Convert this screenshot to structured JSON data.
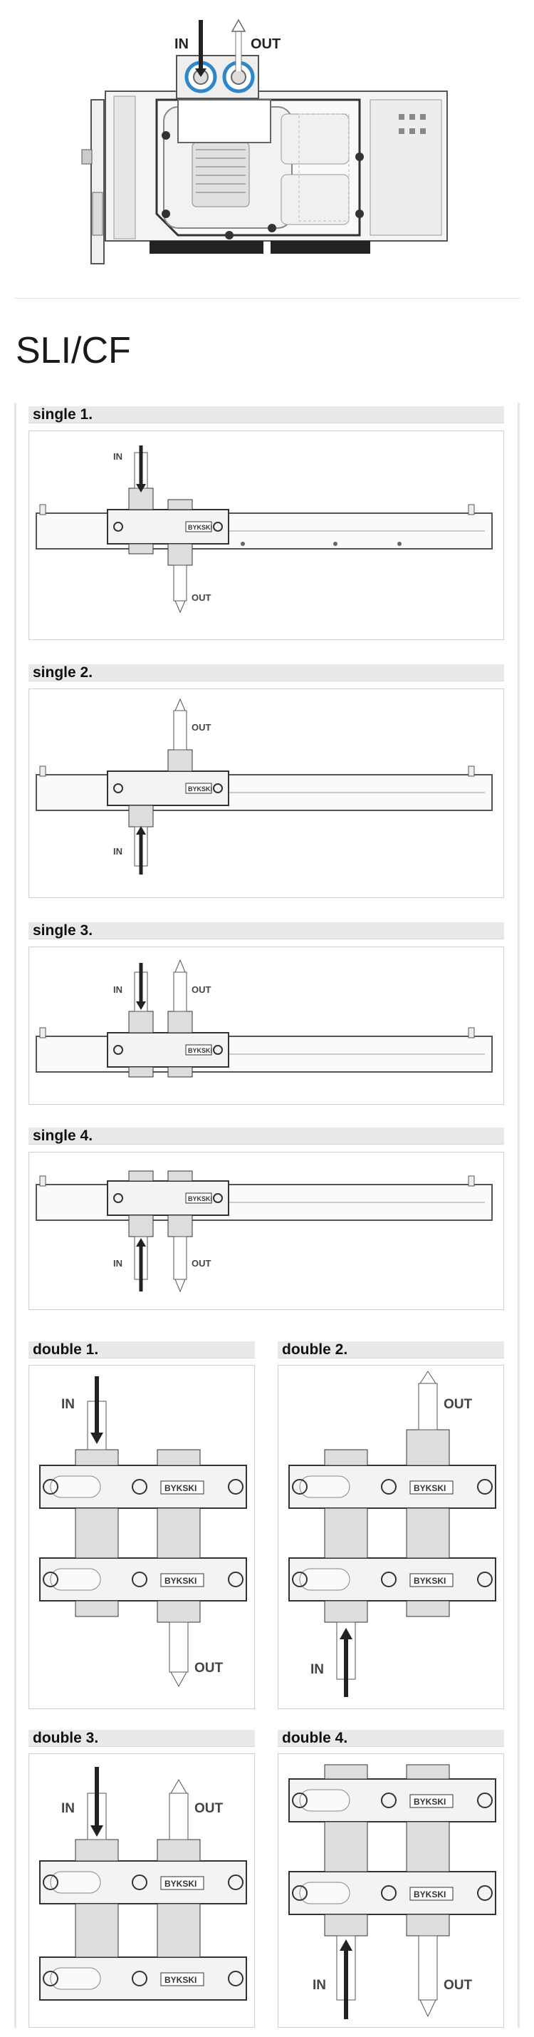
{
  "hero": {
    "in_label": "IN",
    "out_label": "OUT"
  },
  "section": {
    "title": "SLI/CF"
  },
  "brand_text": "BYKSKI",
  "panels": [
    {
      "title": "single 1.",
      "labels": {
        "in": "IN",
        "out": "OUT"
      }
    },
    {
      "title": "single 2.",
      "labels": {
        "in": "IN",
        "out": "OUT"
      }
    },
    {
      "title": "single 3.",
      "labels": {
        "in": "IN",
        "out": "OUT"
      }
    },
    {
      "title": "single 4.",
      "labels": {
        "in": "IN",
        "out": "OUT"
      }
    },
    {
      "title": "double 1.",
      "labels": {
        "in": "IN",
        "out": "OUT"
      }
    },
    {
      "title": "double 2.",
      "labels": {
        "in": "IN",
        "out": "OUT"
      }
    },
    {
      "title": "double 3.",
      "labels": {
        "in": "IN",
        "out": "OUT"
      }
    },
    {
      "title": "double 4.",
      "labels": {
        "in": "IN",
        "out": "OUT"
      }
    }
  ],
  "colors": {
    "header_bg": "#e9e9e9",
    "frame_border": "#cfcfcf",
    "arrow": "#222222",
    "port_blue": "#2f86c9"
  }
}
